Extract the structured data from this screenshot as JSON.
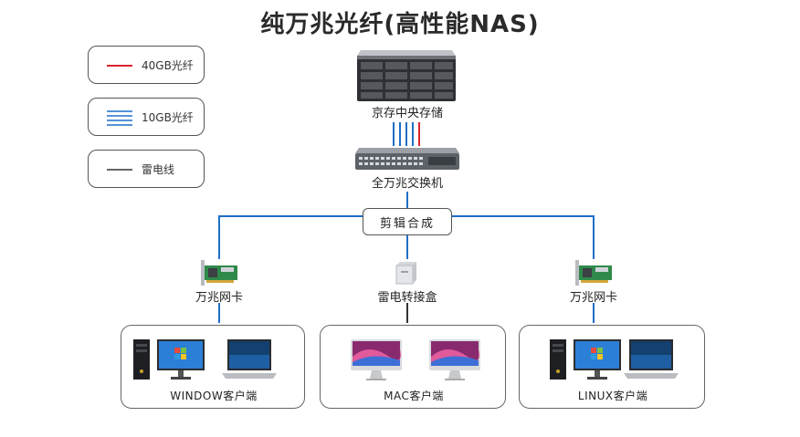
{
  "title": "纯万兆光纤(高性能NAS)",
  "legend": {
    "fiber_40g": {
      "label": "40GB光纤",
      "color": "#d9232e"
    },
    "fiber_10g": {
      "label": "10GB光纤",
      "color": "#1e6fc8"
    },
    "thunderbolt": {
      "label": "雷电线",
      "color": "#333333"
    }
  },
  "nodes": {
    "storage": "京存中央存储",
    "switch": "全万兆交换机",
    "hub": "剪辑合成",
    "nic_left": "万兆网卡",
    "tb_box": "雷电转接盒",
    "nic_right": "万兆网卡"
  },
  "clients": {
    "windows": "WINDOW客户端",
    "mac": "MAC客户端",
    "linux": "LINUX客户端"
  },
  "icons": [
    "nas-server-icon",
    "network-switch-icon",
    "network-card-icon",
    "thunderbolt-box-icon",
    "tower-pc-icon",
    "monitor-icon",
    "laptop-icon",
    "imac-icon"
  ]
}
